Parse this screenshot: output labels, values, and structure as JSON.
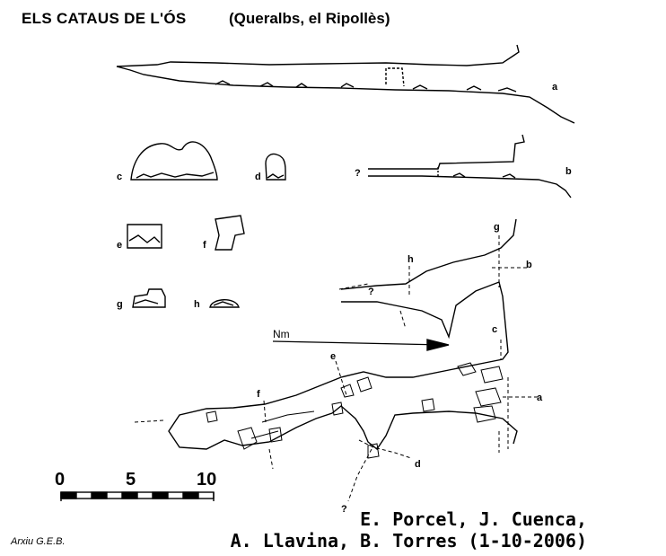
{
  "header": {
    "title": "ELS CATAUS DE L'ÓS",
    "location": "(Queralbs, el Ripollès)"
  },
  "sections": {
    "a": "a",
    "b": "b",
    "c": "c",
    "d": "d",
    "e": "e",
    "f": "f",
    "g": "g",
    "h": "h",
    "unknown": "?"
  },
  "north_label": "Nm",
  "scale": {
    "start": "0",
    "mid": "5",
    "end": "10"
  },
  "credits": {
    "line1": "E. Porcel, J. Cuenca,",
    "line2": "A. Llavina, B. Torres (1-10-2006)"
  },
  "archive": "Arxiu G.E.B."
}
